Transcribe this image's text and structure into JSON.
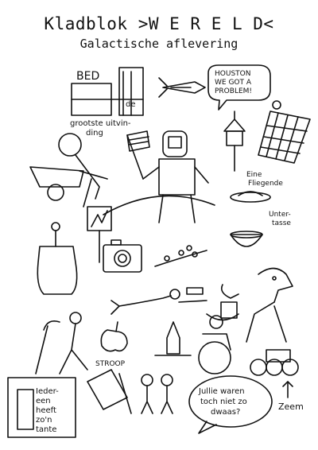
{
  "header": {
    "title": "Kladblok >W E R E L D<",
    "subtitle": "Galactische aflevering"
  },
  "labels": {
    "bed": "BED",
    "uitvinding_1": "grootste uitvin-",
    "uitvinding_de": "de",
    "uitvinding_2": "ding",
    "houston_1": "HOUSTON",
    "houston_2": "WE GOT A",
    "houston_3": "PROBLEM!",
    "fliegende_1": "Eine",
    "fliegende_2": "Fliegende",
    "untertasse_1": "Unter-",
    "untertasse_2": "tasse",
    "stroop": "STROOP",
    "note_1": "Ieder-",
    "note_2": "een",
    "note_3": "heeft",
    "note_4": "zo'n",
    "note_5": "tante",
    "bubble_1": "Jullie waren",
    "bubble_2": "toch niet zo",
    "bubble_3": "dwaas?",
    "zeem": "Zeem"
  }
}
